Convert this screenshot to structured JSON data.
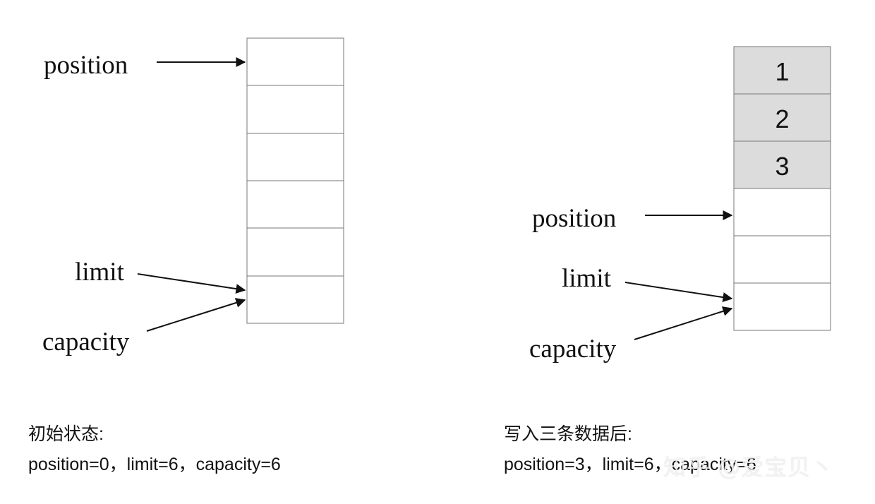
{
  "left": {
    "labels": {
      "position": "position",
      "limit": "limit",
      "capacity": "capacity"
    },
    "cells": [
      "",
      "",
      "",
      "",
      "",
      ""
    ],
    "caption": {
      "title": "初始状态:",
      "values": "position=0，limit=6，capacity=6"
    }
  },
  "right": {
    "labels": {
      "position": "position",
      "limit": "limit",
      "capacity": "capacity"
    },
    "cells": [
      "1",
      "2",
      "3",
      "",
      "",
      ""
    ],
    "caption": {
      "title": "写入三条数据后:",
      "values": "position=3，limit=6，capacity=6"
    }
  },
  "watermark": "知乎 @爱宝贝丶",
  "colors": {
    "filled": "#dcdcdc",
    "empty": "#ffffff",
    "stroke": "#777777",
    "arrow": "#111111"
  }
}
